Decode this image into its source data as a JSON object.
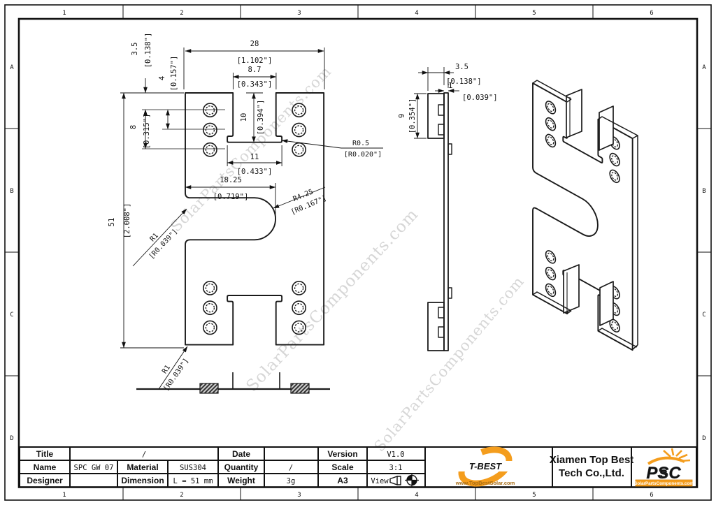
{
  "sheet": {
    "zones_h": [
      "1",
      "2",
      "3",
      "4",
      "5",
      "6"
    ],
    "zones_v": [
      "A",
      "B",
      "C",
      "D"
    ]
  },
  "watermark": {
    "text": "SolarPartsComponents.com"
  },
  "dims": {
    "w28": "28",
    "w28i": "[1.102\"]",
    "w87": "8.7",
    "w87i": "[0.343\"]",
    "h35": "3.5",
    "h35i": "[0.138\"]",
    "h4": "4",
    "h4i": "[0.157\"]",
    "h8": "8",
    "h8i": "[0.315\"]",
    "d10": "10",
    "d10i": "[0.394\"]",
    "w11": "11",
    "w11i": "[0.433\"]",
    "r05": "R0.5",
    "r05i": "[R0.020\"]",
    "w1825": "18.25",
    "w1825i": "[0.719\"]",
    "h51": "51",
    "h51i": "[2.008\"]",
    "r1": "R1",
    "r1i": "[R0.039\"]",
    "r425": "R4.25",
    "r425i": "[R0.167\"]",
    "s35": "3.5",
    "s35i": "[0.138\"]",
    "s1": "1",
    "s1i": "[0.039\"]",
    "s9": "9",
    "s9i": "[0.354\"]"
  },
  "title_block": {
    "title_label": "Title",
    "title_value": "/",
    "name_label": "Name",
    "name_value": "SPC GW 07",
    "designer_label": "Designer",
    "designer_value": "",
    "material_label": "Material",
    "material_value": "SUS304",
    "dimension_label": "Dimension",
    "dimension_value": "L = 51  mm",
    "date_label": "Date",
    "date_value": "",
    "quantity_label": "Quantity",
    "quantity_value": "/",
    "weight_label": "Weight",
    "weight_value": "3g",
    "version_label": "Version",
    "version_value": "V1.0",
    "scale_label": "Scale",
    "scale_value": "3:1",
    "sheet_size": "A3",
    "view_label": "View"
  },
  "branding": {
    "tbest_name": "T-BEST",
    "tbest_url": "www.TopBestSolar.com",
    "company_line1": "Xiamen Top Best",
    "company_line2": "Tech Co.,Ltd.",
    "psc_letters": "PSC",
    "psc_s": "S",
    "psc_url": "SolarPartsComponents.com",
    "accent_orange": "#F49D1D"
  }
}
